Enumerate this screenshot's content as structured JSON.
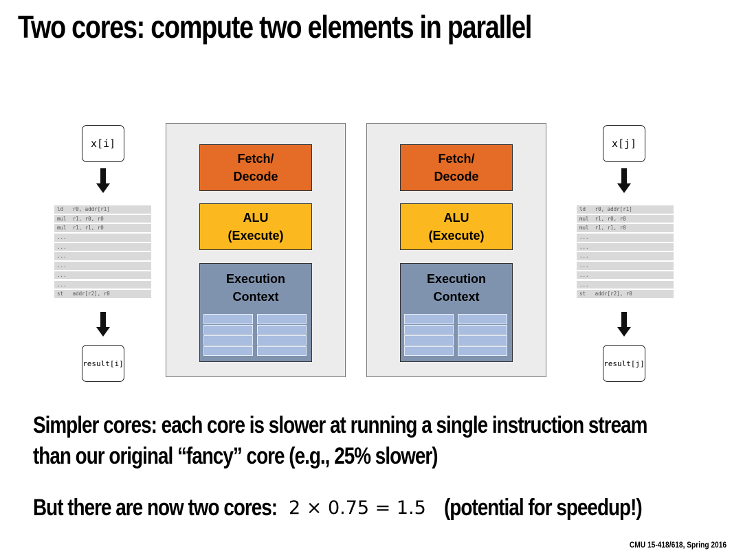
{
  "slide": {
    "title": "Two cores: compute two elements in parallel",
    "footer": "CMU 15-418/618, Spring 2016"
  },
  "left_stream": {
    "input": "x[i]",
    "output": "result[i]",
    "code": [
      "ld   r0, addr[r1]",
      "mul  r1, r0, r0",
      "mul  r1, r1, r0",
      "...",
      "...",
      "...",
      "...",
      "...",
      "...",
      "st   addr[r2], r0"
    ]
  },
  "right_stream": {
    "input": "x[j]",
    "output": "result[j]",
    "code": [
      "ld   r0, addr[r1]",
      "mul  r1, r0, r0",
      "mul  r1, r1, r0",
      "...",
      "...",
      "...",
      "...",
      "...",
      "...",
      "st   addr[r2], r0"
    ]
  },
  "cores": [
    {
      "fetch": "Fetch/\nDecode",
      "alu": "ALU\n(Execute)",
      "context": "Execution\nContext"
    },
    {
      "fetch": "Fetch/\nDecode",
      "alu": "ALU\n(Execute)",
      "context": "Execution\nContext"
    }
  ],
  "colors": {
    "fetch": "#e46c26",
    "alu": "#fbb91f",
    "context": "#8093ae",
    "register": "#a9bde0"
  },
  "text": {
    "line1": "Simpler cores: each core is slower at running a single instruction stream",
    "line2": "than our original “fancy” core (e.g., 25% slower)",
    "line3": "But there are now two cores:",
    "formula": "2 × 0.75 = 1.5",
    "aside": "(potential for speedup!)"
  }
}
